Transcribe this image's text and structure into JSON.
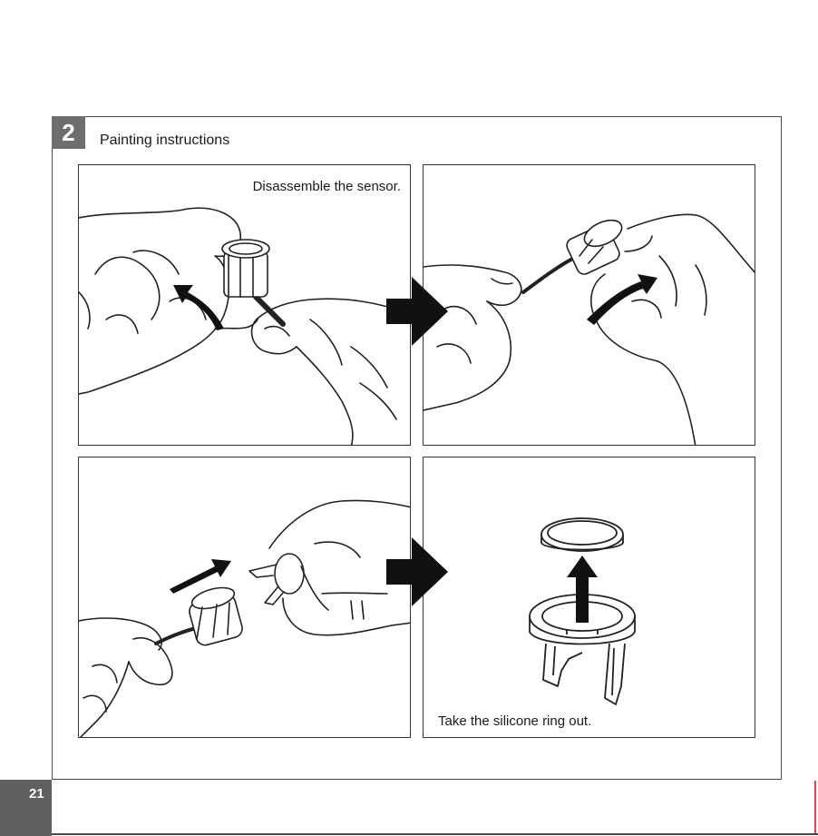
{
  "step": {
    "number": "2",
    "title": "Painting instructions"
  },
  "panels": [
    {
      "caption": "Disassemble the sensor."
    },
    {
      "caption": ""
    },
    {
      "caption": ""
    },
    {
      "caption": "Take the silicone ring out."
    }
  ],
  "page": {
    "number": "21"
  },
  "icons": {
    "flow_arrow": "right-arrow-icon",
    "motion_arrow": "curved-arrow-icon"
  },
  "colors": {
    "badge": "#6e6e6e",
    "page_tab": "#606060",
    "line": "#333333"
  }
}
